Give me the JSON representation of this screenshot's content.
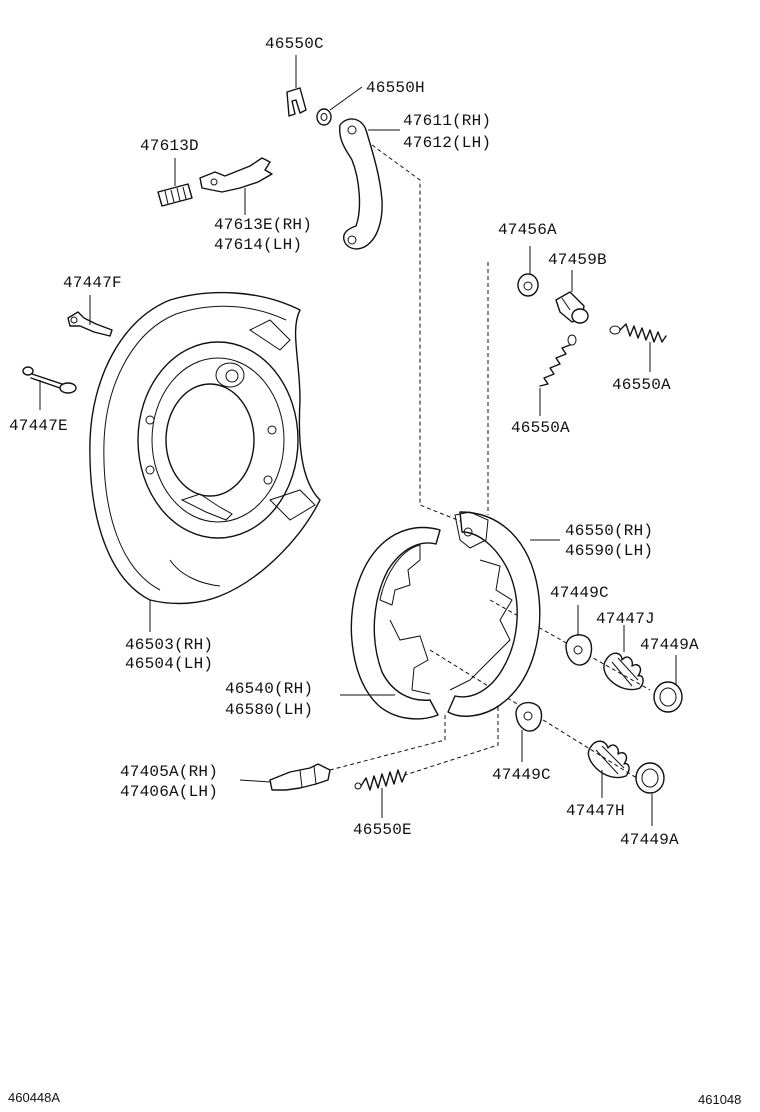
{
  "diagram": {
    "labels": {
      "p46550C": "46550C",
      "p46550H": "46550H",
      "p47611": "47611(RH)",
      "p47612": "47612(LH)",
      "p47613D": "47613D",
      "p47613E": "47613E(RH)",
      "p47614": "47614(LH)",
      "p47456A": "47456A",
      "p47459B": "47459B",
      "p47447F": "47447F",
      "p46550A_right": "46550A",
      "p47447E": "47447E",
      "p46550A_center": "46550A",
      "p46550_rh": "46550(RH)",
      "p46590_lh": "46590(LH)",
      "p47449C_upper": "47449C",
      "p47447J": "47447J",
      "p47449A_upper": "47449A",
      "p46503": "46503(RH)",
      "p46504": "46504(LH)",
      "p46540": "46540(RH)",
      "p46580": "46580(LH)",
      "p47405A": "47405A(RH)",
      "p47406A": "47406A(LH)",
      "p47449C_lower": "47449C",
      "p46550E": "46550E",
      "p47447H": "47447H",
      "p47449A_lower": "47449A"
    },
    "footer": {
      "left_code": "460448A",
      "right_code": "461048"
    }
  }
}
